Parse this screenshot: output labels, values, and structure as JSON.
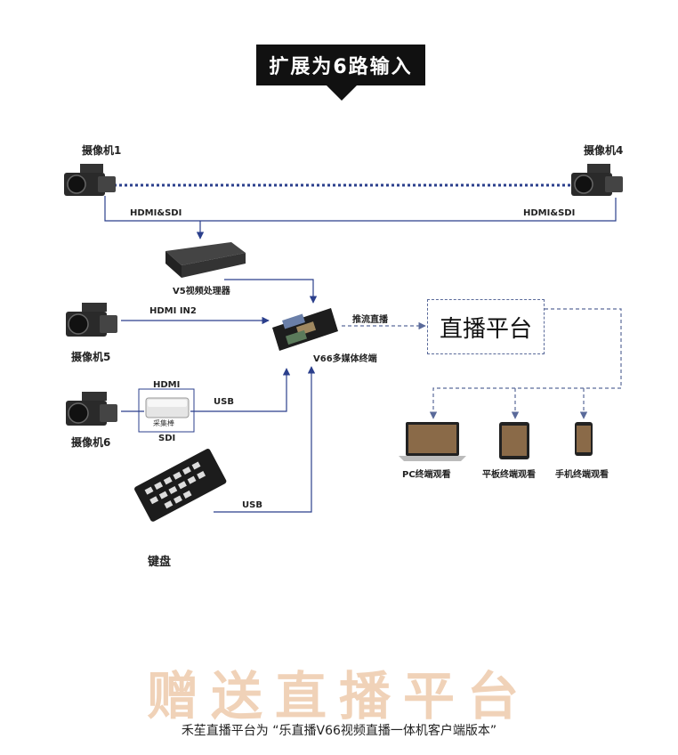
{
  "header": {
    "title": "扩展为6路输入"
  },
  "devices": {
    "camera1": "摄像机1",
    "camera4": "摄像机4",
    "camera5": "摄像机5",
    "camera6": "摄像机6",
    "v5": "V5视频处理器",
    "v66": "V66多媒体终端",
    "capture": "采集棒",
    "keyboard": "键盘"
  },
  "links": {
    "hdmi_sdi_left": "HDMI&SDI",
    "hdmi_sdi_right": "HDMI&SDI",
    "hdmi_in2": "HDMI IN2",
    "hdmi": "HDMI",
    "sdi": "SDI",
    "usb1": "USB",
    "usb2": "USB",
    "push_live": "推流直播"
  },
  "platform": {
    "label": "直播平台"
  },
  "terminals": {
    "pc": "PC终端观看",
    "tablet": "平板终端观看",
    "phone": "手机终端观看"
  },
  "footer": {
    "title": "赠送直播平台",
    "subtitle": "禾苼直播平台为 “乐直播V66视频直播一体机客户端版本”"
  },
  "colors": {
    "line": "#2b3f8c",
    "dash": "#5a6a9a",
    "banner": "#111111",
    "gift": "#f0d2b8"
  }
}
